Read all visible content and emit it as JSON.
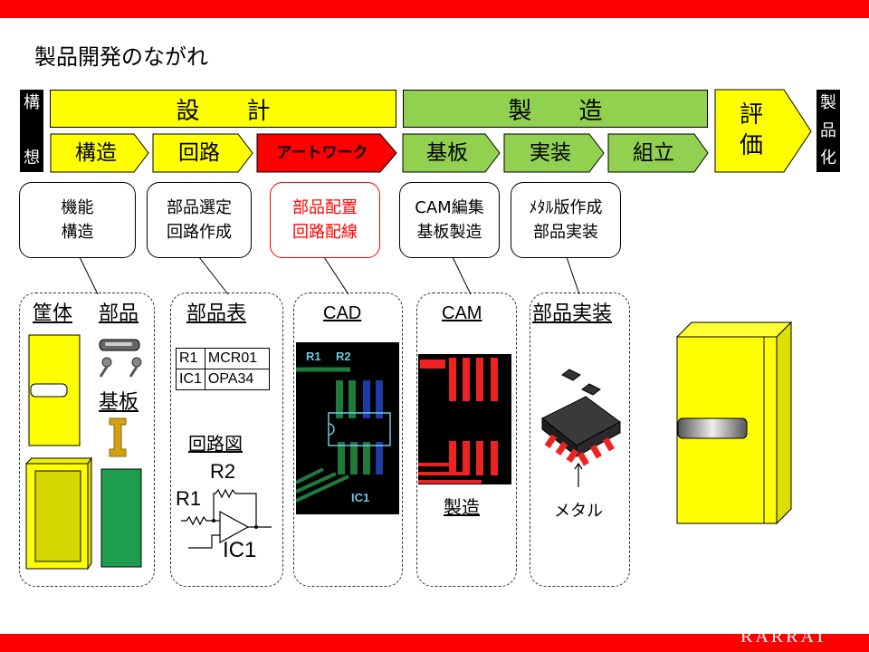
{
  "page": {
    "title": "製品開発のながれ",
    "logo_text": "RARRAT"
  },
  "colors": {
    "frame_red": "#ff0000",
    "design_yellow": "#ffff00",
    "mfg_green": "#92d050",
    "pcb_black": "#000000"
  },
  "flow": {
    "concept": [
      "構",
      "想"
    ],
    "design": {
      "label": "設　　計",
      "steps": [
        "構造",
        "回路",
        "アートワーク"
      ]
    },
    "manufacturing": {
      "label": "製　　造",
      "steps": [
        "基板",
        "実装",
        "組立"
      ]
    },
    "evaluation": [
      "評",
      "価"
    ],
    "product": [
      "製",
      "品",
      "化"
    ]
  },
  "details": [
    {
      "lines": [
        "機能",
        "構造"
      ],
      "highlight": false
    },
    {
      "lines": [
        "部品選定",
        "回路作成"
      ],
      "highlight": false
    },
    {
      "lines": [
        "部品配置",
        "回路配線"
      ],
      "highlight": true
    },
    {
      "lines": [
        "CAM編集",
        "基板製造"
      ],
      "highlight": false
    },
    {
      "lines": [
        "ﾒﾀﾙ版作成",
        "部品実装"
      ],
      "highlight": false
    }
  ],
  "panels": {
    "housing": {
      "title": "筐体",
      "parts": "部品",
      "board": "基板"
    },
    "bom": {
      "title": "部品表",
      "table": [
        [
          "R1",
          "MCR01"
        ],
        [
          "IC1",
          "OPA34"
        ]
      ],
      "schematic_title": "回路図",
      "schematic_labels": [
        "R2",
        "R1",
        "IC1"
      ]
    },
    "cad": {
      "title": "CAD",
      "labels": [
        "R1",
        "R2",
        "IC1"
      ]
    },
    "cam": {
      "title": "CAM",
      "caption": "製造"
    },
    "assembly": {
      "title": "部品実装",
      "caption": "メタル"
    }
  }
}
